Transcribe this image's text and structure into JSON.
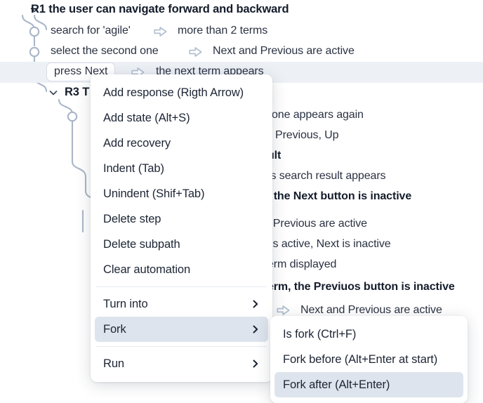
{
  "tree": {
    "rules": [
      {
        "id": "R1",
        "title": "R1 the user can navigate forward and backward",
        "caret": "chevron-down-icon"
      },
      {
        "id": "R3",
        "title": "R3 T",
        "caret": "chevron-down-icon"
      }
    ],
    "steps": [
      {
        "action": "search for 'agile'",
        "arrow": "response-arrow-icon",
        "response": "more than 2 terms"
      },
      {
        "action": "select the second one",
        "arrow": "response-arrow-icon",
        "response": "Next and Previous are active"
      },
      {
        "action": "press Next",
        "arrow": "response-arrow-icon",
        "response": "the next term appears"
      }
    ],
    "occluded_lines": [
      {
        "text": "one appears again",
        "bold": false
      },
      {
        "text": "Previous, Up",
        "bold": false
      },
      {
        "text": "ult",
        "bold": true
      },
      {
        "text": "is search result appears",
        "bold": false
      },
      {
        "text": ", the Next button is inactive",
        "bold": true
      },
      {
        "text": "l Previous are active",
        "bold": false
      },
      {
        "text": "is active, Next is inactive",
        "bold": false
      },
      {
        "text": "erm displayed",
        "bold": false
      },
      {
        "text": "erm, the Previuos button is inactive",
        "bold": true
      },
      {
        "text": "Next and Previous are active",
        "bold": false
      }
    ]
  },
  "context_menu": {
    "name": "step-context-menu",
    "groups": [
      {
        "items": [
          {
            "label": "Add response (Rigth Arrow)",
            "name": "add-response",
            "submenu": false,
            "selected": false
          },
          {
            "label": "Add state (Alt+S)",
            "name": "add-state",
            "submenu": false,
            "selected": false
          },
          {
            "label": "Add recovery",
            "name": "add-recovery",
            "submenu": false,
            "selected": false
          },
          {
            "label": "Indent (Tab)",
            "name": "indent",
            "submenu": false,
            "selected": false
          },
          {
            "label": "Unindent (Shif+Tab)",
            "name": "unindent",
            "submenu": false,
            "selected": false
          },
          {
            "label": "Delete step",
            "name": "delete-step",
            "submenu": false,
            "selected": false
          },
          {
            "label": "Delete subpath",
            "name": "delete-subpath",
            "submenu": false,
            "selected": false
          },
          {
            "label": "Clear automation",
            "name": "clear-automation",
            "submenu": false,
            "selected": false
          }
        ]
      },
      {
        "items": [
          {
            "label": "Turn into",
            "name": "turn-into",
            "submenu": true,
            "selected": false
          },
          {
            "label": "Fork",
            "name": "fork",
            "submenu": true,
            "selected": true
          }
        ]
      },
      {
        "items": [
          {
            "label": "Run",
            "name": "run",
            "submenu": true,
            "selected": false
          }
        ]
      }
    ]
  },
  "fork_submenu": {
    "name": "fork-submenu",
    "items": [
      {
        "label": "Is fork (Ctrl+F)",
        "name": "is-fork",
        "selected": false
      },
      {
        "label": "Fork before (Alt+Enter at start)",
        "name": "fork-before",
        "selected": false
      },
      {
        "label": "Fork after (Alt+Enter)",
        "name": "fork-after",
        "selected": true
      }
    ]
  },
  "colors": {
    "row_highlight": "#edf1f6",
    "menu_selected": "#dde4ed",
    "tree_line": "#aab6c8",
    "text": "#1c2534",
    "arrow_glyph": "#b3c0d2"
  }
}
